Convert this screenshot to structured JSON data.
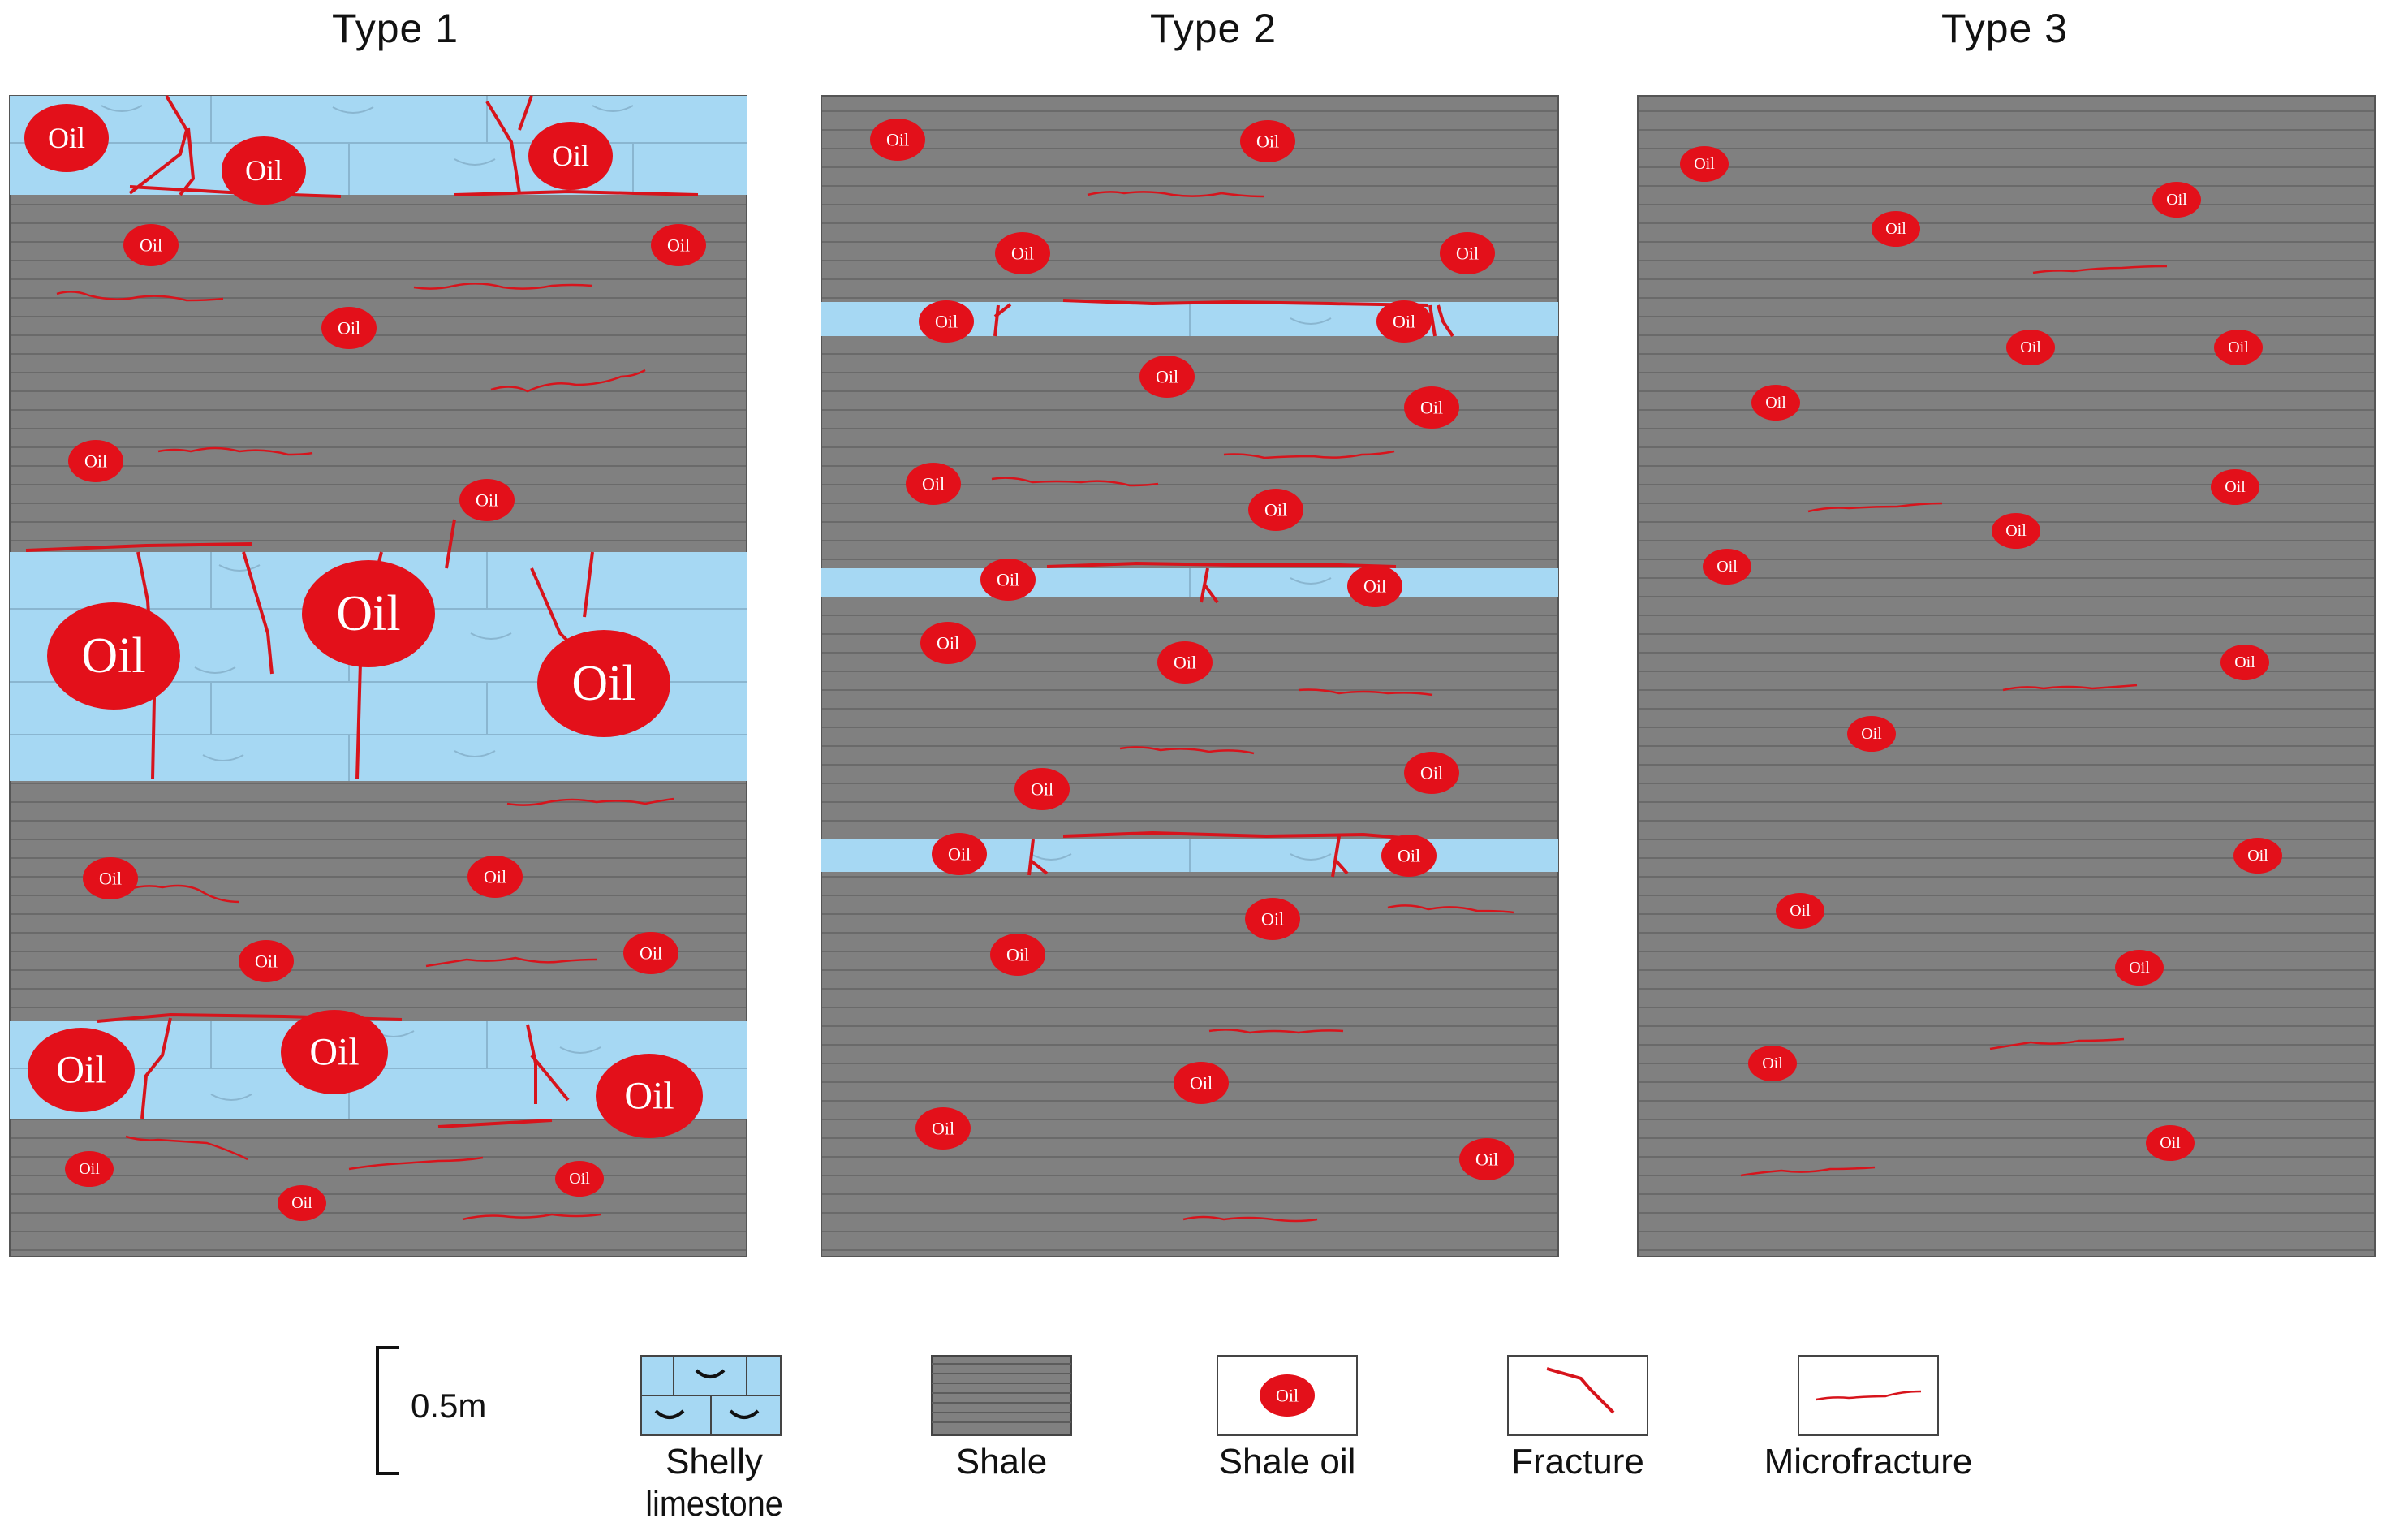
{
  "columns": [
    {
      "title": "Type 1"
    },
    {
      "title": "Type 2"
    },
    {
      "title": "Type 3"
    }
  ],
  "oil_label": "Oil",
  "legend": {
    "scale_label": "0.5m",
    "items": [
      {
        "label": "Shelly\nlimestone",
        "label_line1": "Shelly",
        "label_line2": "limestone"
      },
      {
        "label": "Shale"
      },
      {
        "label": "Shale oil"
      },
      {
        "label": "Fracture"
      },
      {
        "label": "Microfracture"
      }
    ]
  },
  "colors": {
    "shale": "#808080",
    "shale_lines": "#6b6b6b",
    "limestone": "#a6d8f3",
    "limestone_lines": "#8ab6d0",
    "oil": "#e3101a",
    "fracture": "#d7141c",
    "border": "#555555"
  }
}
